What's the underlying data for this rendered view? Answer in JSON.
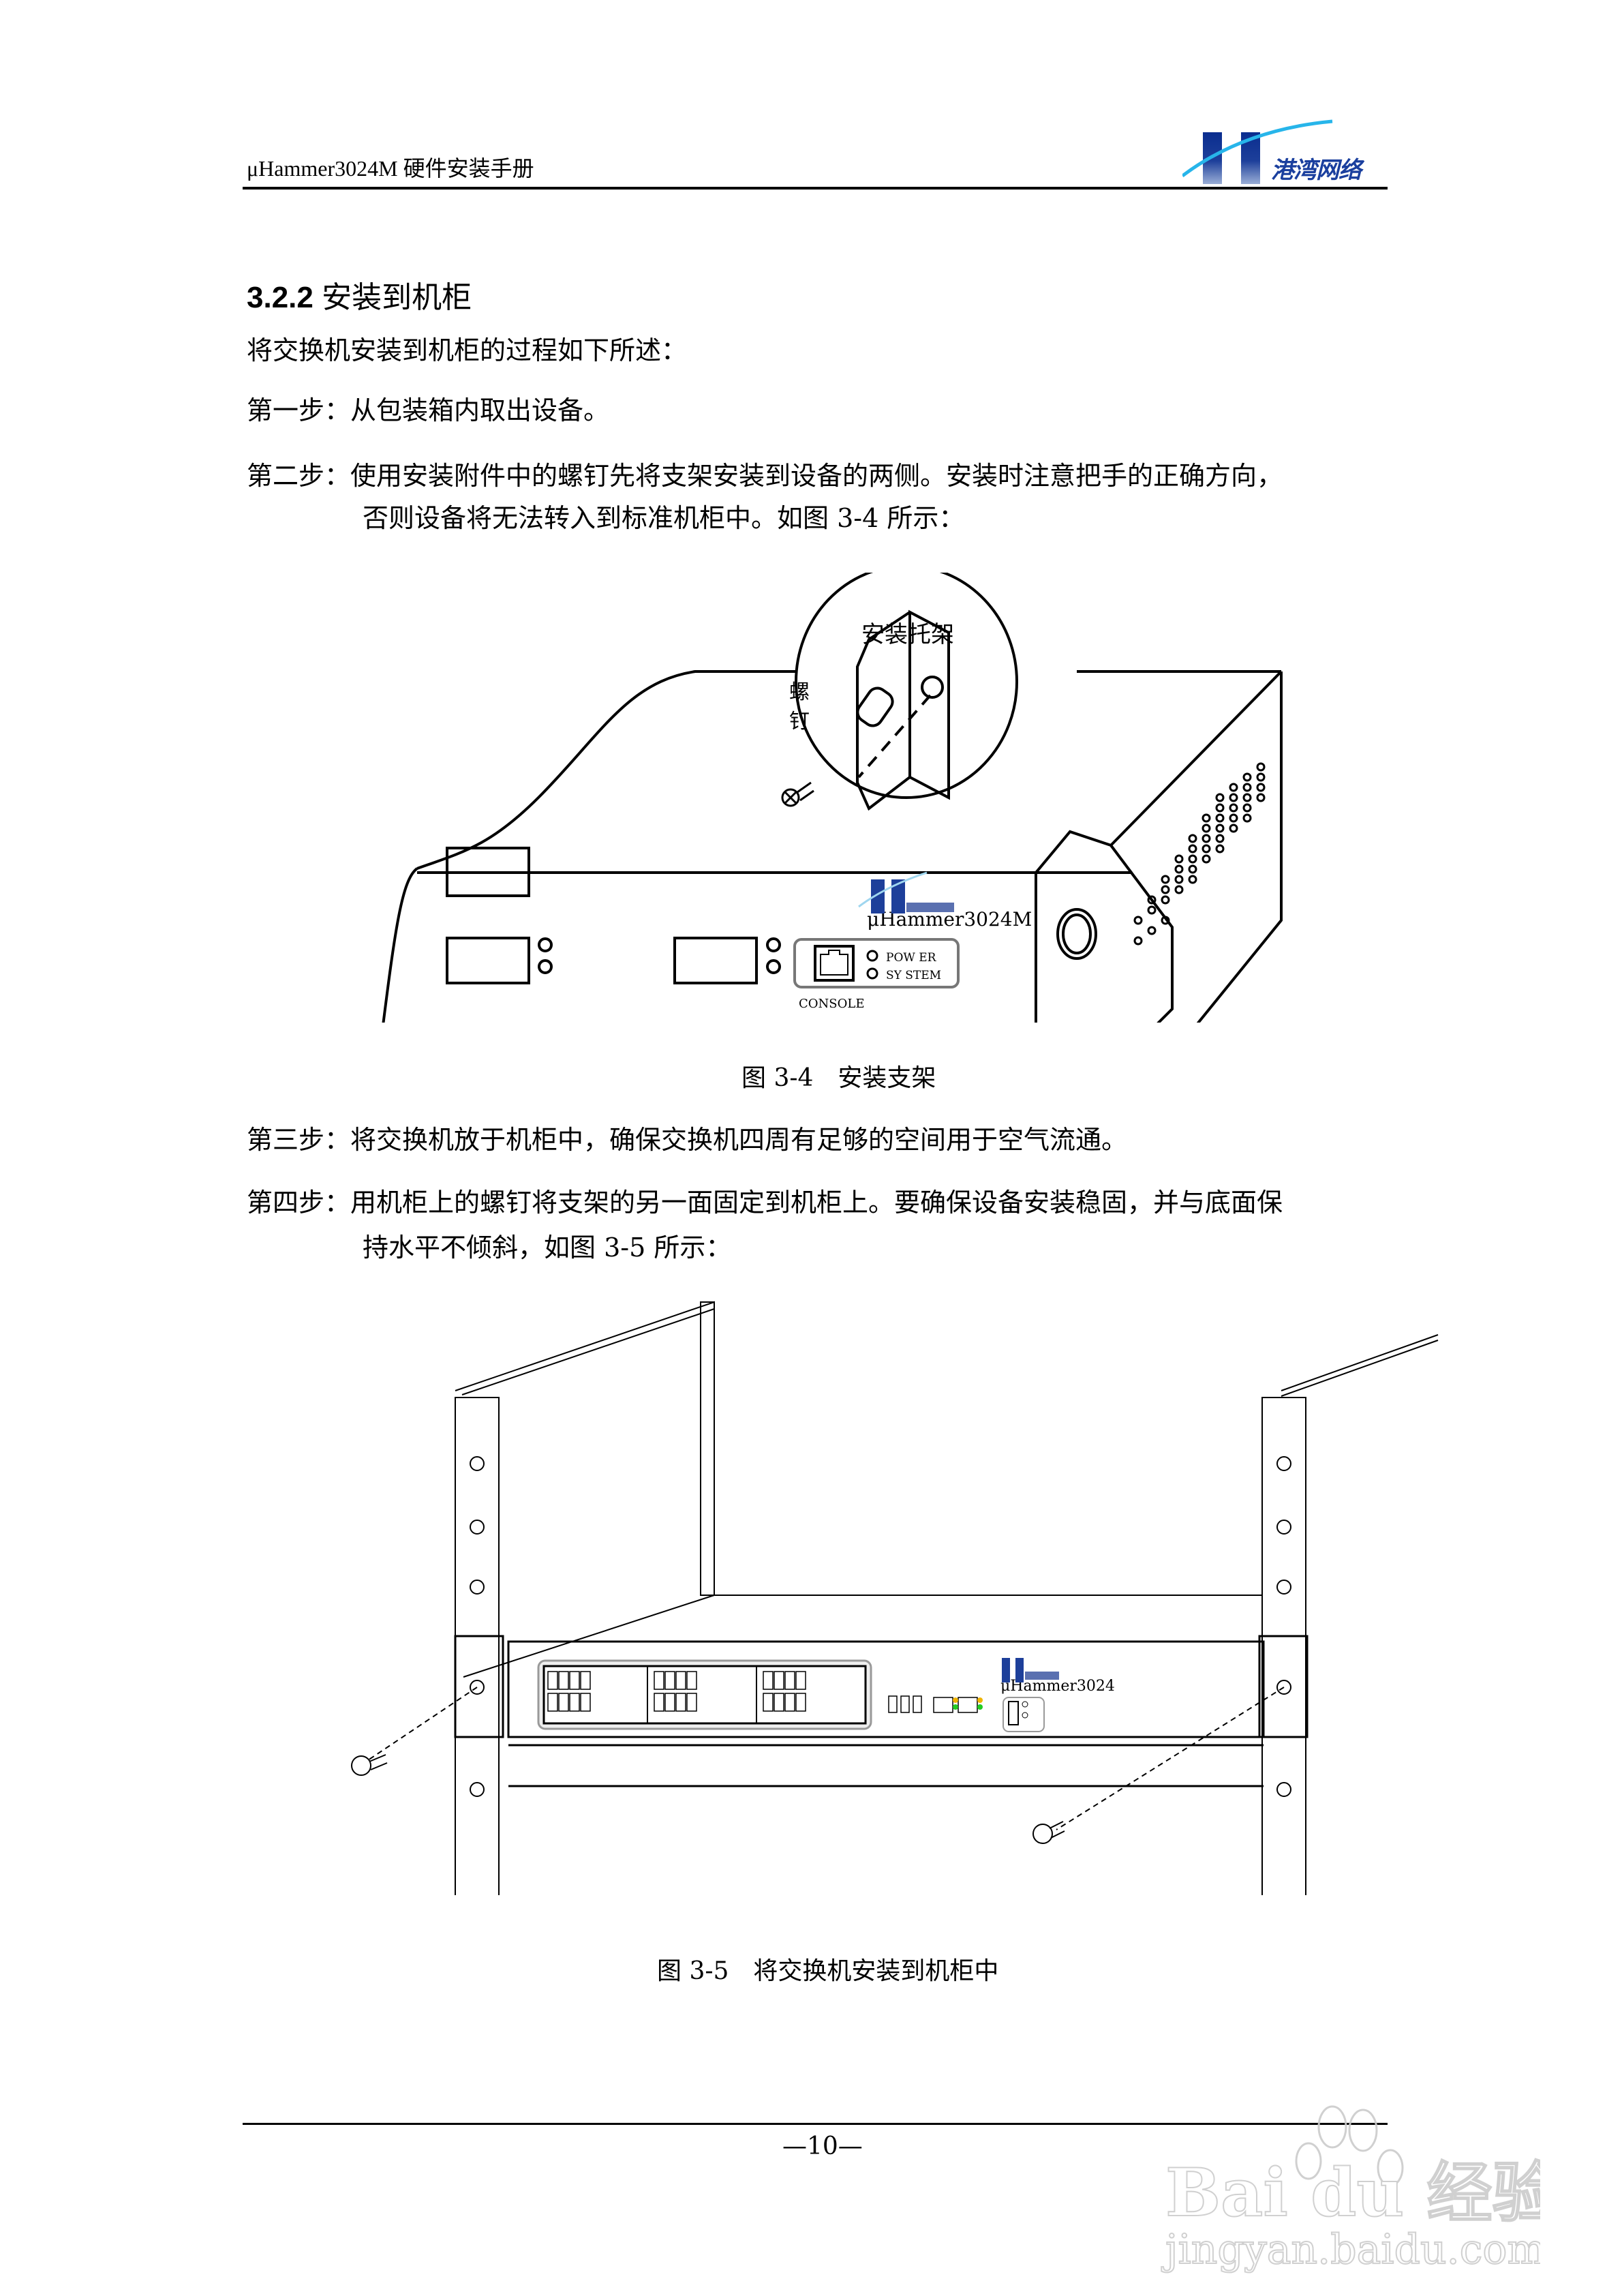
{
  "header": {
    "title": "μHammer3024M 硬件安装手册",
    "logo_text": "港湾网络"
  },
  "section": {
    "number": "3.2.2",
    "title": "安装到机柜"
  },
  "intro": "将交换机安装到机柜的过程如下所述：",
  "steps": [
    {
      "label": "第一步：",
      "lines": [
        "从包装箱内取出设备。"
      ]
    },
    {
      "label": "第二步：",
      "lines": [
        "使用安装附件中的螺钉先将支架安装到设备的两侧。安装时注意把手的正确方向，",
        "否则设备将无法转入到标准机柜中。如图 3-4 所示："
      ]
    },
    {
      "label": "第三步：",
      "lines": [
        "将交换机放于机柜中，确保交换机四周有足够的空间用于空气流通。"
      ]
    },
    {
      "label": "第四步：",
      "lines": [
        "用机柜上的螺钉将支架的另一面固定到机柜上。要确保设备安装稳固，并与底面保",
        "持水平不倾斜，如图 3-5 所示："
      ]
    }
  ],
  "figure1": {
    "caption": "图 3-4　安装支架",
    "callout_bracket": "安装托架",
    "callout_screw_1": "螺",
    "callout_screw_2": "钉",
    "model": "μHammer3024M",
    "led_power": "POW ER",
    "led_system": "SY STEM",
    "console": "CONSOLE"
  },
  "figure2": {
    "caption": "图 3-5　将交换机安装到机柜中",
    "model": "μHammer3024",
    "led_colors": {
      "amber": "#f0b400",
      "green": "#22cc22"
    }
  },
  "footer": {
    "page_number": "—10—"
  },
  "watermark": {
    "brand": "Bai du 经验",
    "url": "jingyan.baidu.com"
  }
}
